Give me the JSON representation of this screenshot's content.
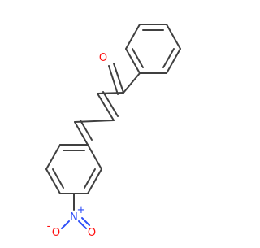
{
  "molecule": {
    "atom_labels": {
      "carbonyl_oxygen": "O",
      "nitro_nitrogen": "N",
      "nitro_n_charge": "+",
      "nitro_oxygen_left": "O",
      "nitro_o_charge": "-",
      "nitro_oxygen_right": "O"
    },
    "colors": {
      "bond": "#404040",
      "oxygen": "#ff0d0d",
      "nitrogen": "#3050f8",
      "background": "#ffffff"
    }
  }
}
